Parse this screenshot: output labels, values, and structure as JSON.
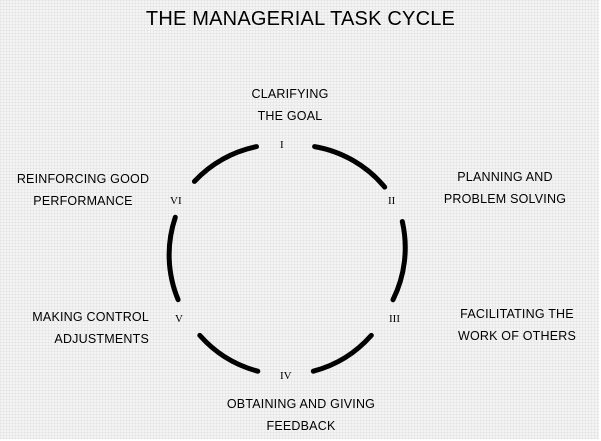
{
  "title": "THE MANAGERIAL TASK CYCLE",
  "steps": [
    {
      "numeral": "I",
      "label_lines": [
        "CLARIFYING",
        "THE GOAL"
      ]
    },
    {
      "numeral": "II",
      "label_lines": [
        "PLANNING AND",
        "PROBLEM SOLVING"
      ]
    },
    {
      "numeral": "III",
      "label_lines": [
        "FACILITATING THE",
        "WORK OF OTHERS"
      ]
    },
    {
      "numeral": "IV",
      "label_lines": [
        "OBTAINING AND GIVING",
        "FEEDBACK"
      ]
    },
    {
      "numeral": "V",
      "label_lines": [
        "MAKING CONTROL",
        "ADJUSTMENTS"
      ]
    },
    {
      "numeral": "VI",
      "label_lines": [
        "REINFORCING GOOD",
        "PERFORMANCE"
      ]
    }
  ],
  "colors": {
    "background": "#f4f4f4",
    "stroke": "#000000",
    "text": "#000000"
  }
}
